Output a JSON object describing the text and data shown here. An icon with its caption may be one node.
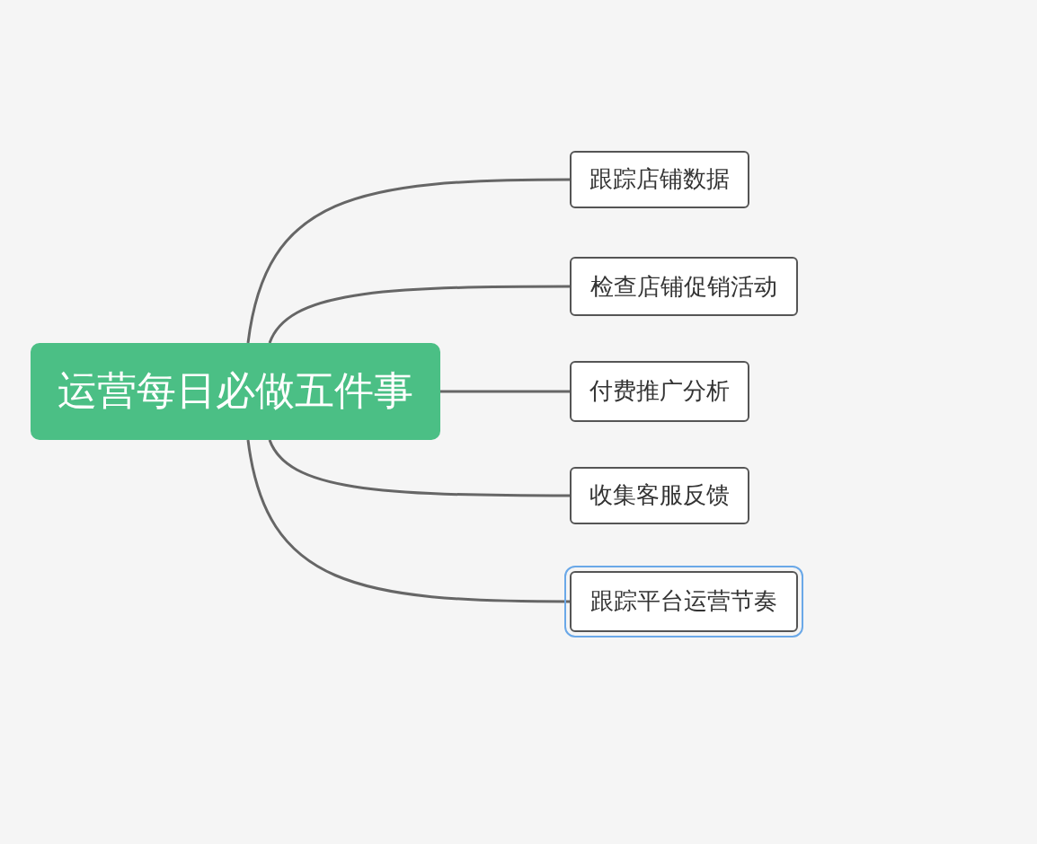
{
  "diagram": {
    "nodes": [
      {
        "text": [
          "运营每日必做五件事"
        ]
      },
      {
        "text": [
          "跟踪店铺数据"
        ]
      },
      {
        "text": [
          "检查店铺促销活动"
        ]
      },
      {
        "text": [
          "付费推广分析"
        ]
      },
      {
        "text": [
          "收集客服反馈"
        ]
      },
      {
        "text": [
          "跟踪平台运营节奏"
        ]
      }
    ],
    "edges": [
      {
        "from": 0,
        "to": 1,
        "arrow": "none"
      },
      {
        "from": 0,
        "to": 2,
        "arrow": "none"
      },
      {
        "from": 0,
        "to": 3,
        "arrow": "none"
      },
      {
        "from": 0,
        "to": 4,
        "arrow": "none"
      },
      {
        "from": 0,
        "to": 5,
        "arrow": "none"
      }
    ]
  }
}
